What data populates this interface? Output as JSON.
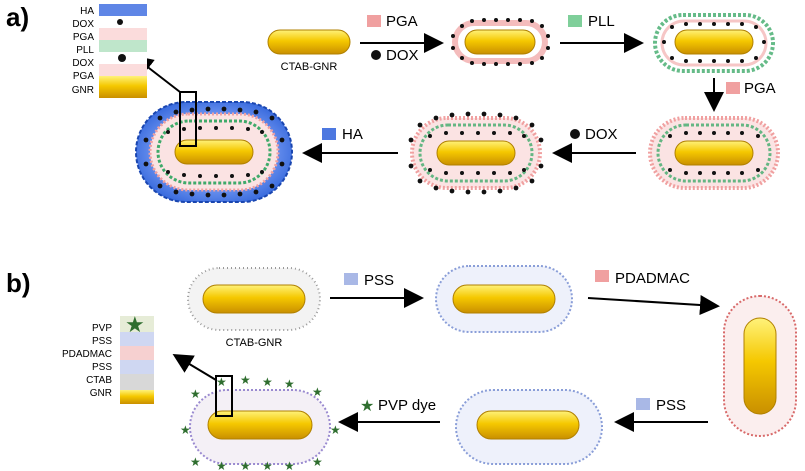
{
  "panel_a": {
    "label": "a)",
    "start_label": "CTAB-GNR",
    "steps": {
      "s1_top": "PGA",
      "s1_bottom": "DOX",
      "s2": "PLL",
      "s3": "PGA",
      "s4": "DOX",
      "s5": "HA"
    },
    "layers": [
      "HA",
      "DOX",
      "PGA",
      "PLL",
      "DOX",
      "PGA",
      "GNR"
    ]
  },
  "panel_b": {
    "label": "b)",
    "start_label": "CTAB-GNR",
    "steps": {
      "s1": "PSS",
      "s2": "PDADMAC",
      "s3": "PSS",
      "s4": "PVP dye"
    },
    "layers": [
      "PVP",
      "PSS",
      "PDADMAC",
      "PSS",
      "CTAB",
      "GNR"
    ]
  },
  "colors": {
    "gold": "#f2c200",
    "pga": "#e87878",
    "pll": "#3faa6a",
    "ha": "#2a5fd8",
    "dox": "#111111",
    "pss": "#8a9ed8",
    "pdadmac": "#d86a6a",
    "pvp": "#2f6e2f"
  }
}
